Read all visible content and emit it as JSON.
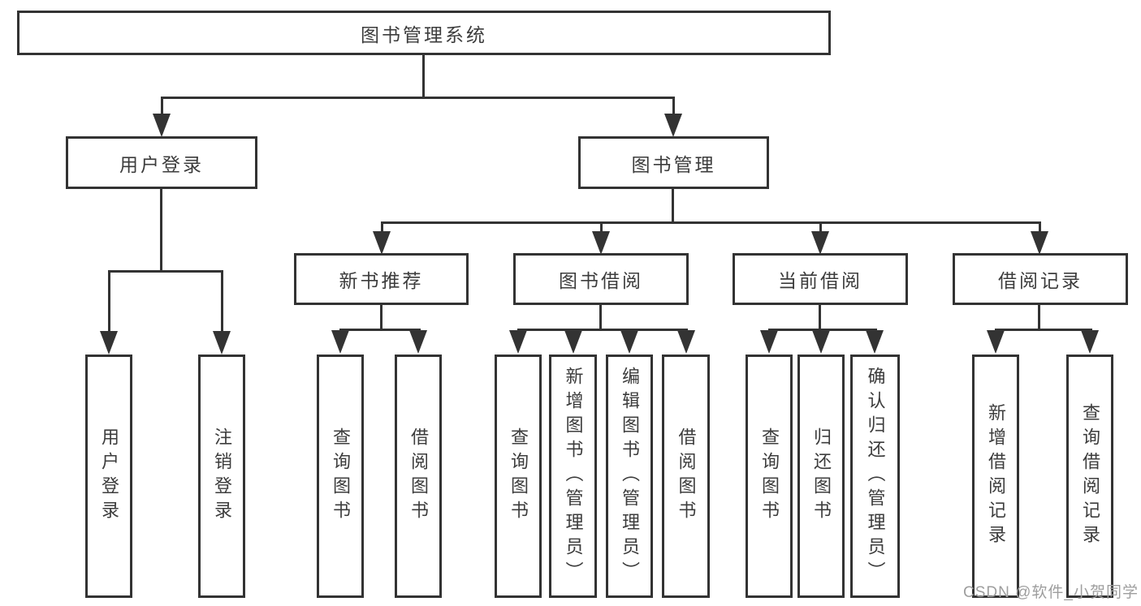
{
  "tree": {
    "label": "图书管理系统",
    "children": [
      {
        "label": "用户登录",
        "children": [
          {
            "label": "用户登录"
          },
          {
            "label": "注销登录"
          }
        ]
      },
      {
        "label": "图书管理",
        "children": [
          {
            "label": "新书推荐",
            "children": [
              {
                "label": "查询图书"
              },
              {
                "label": "借阅图书"
              }
            ]
          },
          {
            "label": "图书借阅",
            "children": [
              {
                "label": "查询图书"
              },
              {
                "label": "新增图书（管理员）"
              },
              {
                "label": "编辑图书（管理员）"
              },
              {
                "label": "借阅图书"
              }
            ]
          },
          {
            "label": "当前借阅",
            "children": [
              {
                "label": "查询图书"
              },
              {
                "label": "归还图书"
              },
              {
                "label": "确认归还（管理员）"
              }
            ]
          },
          {
            "label": "借阅记录",
            "children": [
              {
                "label": "新增借阅记录"
              },
              {
                "label": "查询借阅记录"
              }
            ]
          }
        ]
      }
    ]
  },
  "watermark": {
    "text": "CSDN @软件_小贺同学"
  },
  "colors": {
    "line": "#333333",
    "text": "#3c3c3c",
    "watermark": "#9e9e9e",
    "background": "#ffffff"
  }
}
